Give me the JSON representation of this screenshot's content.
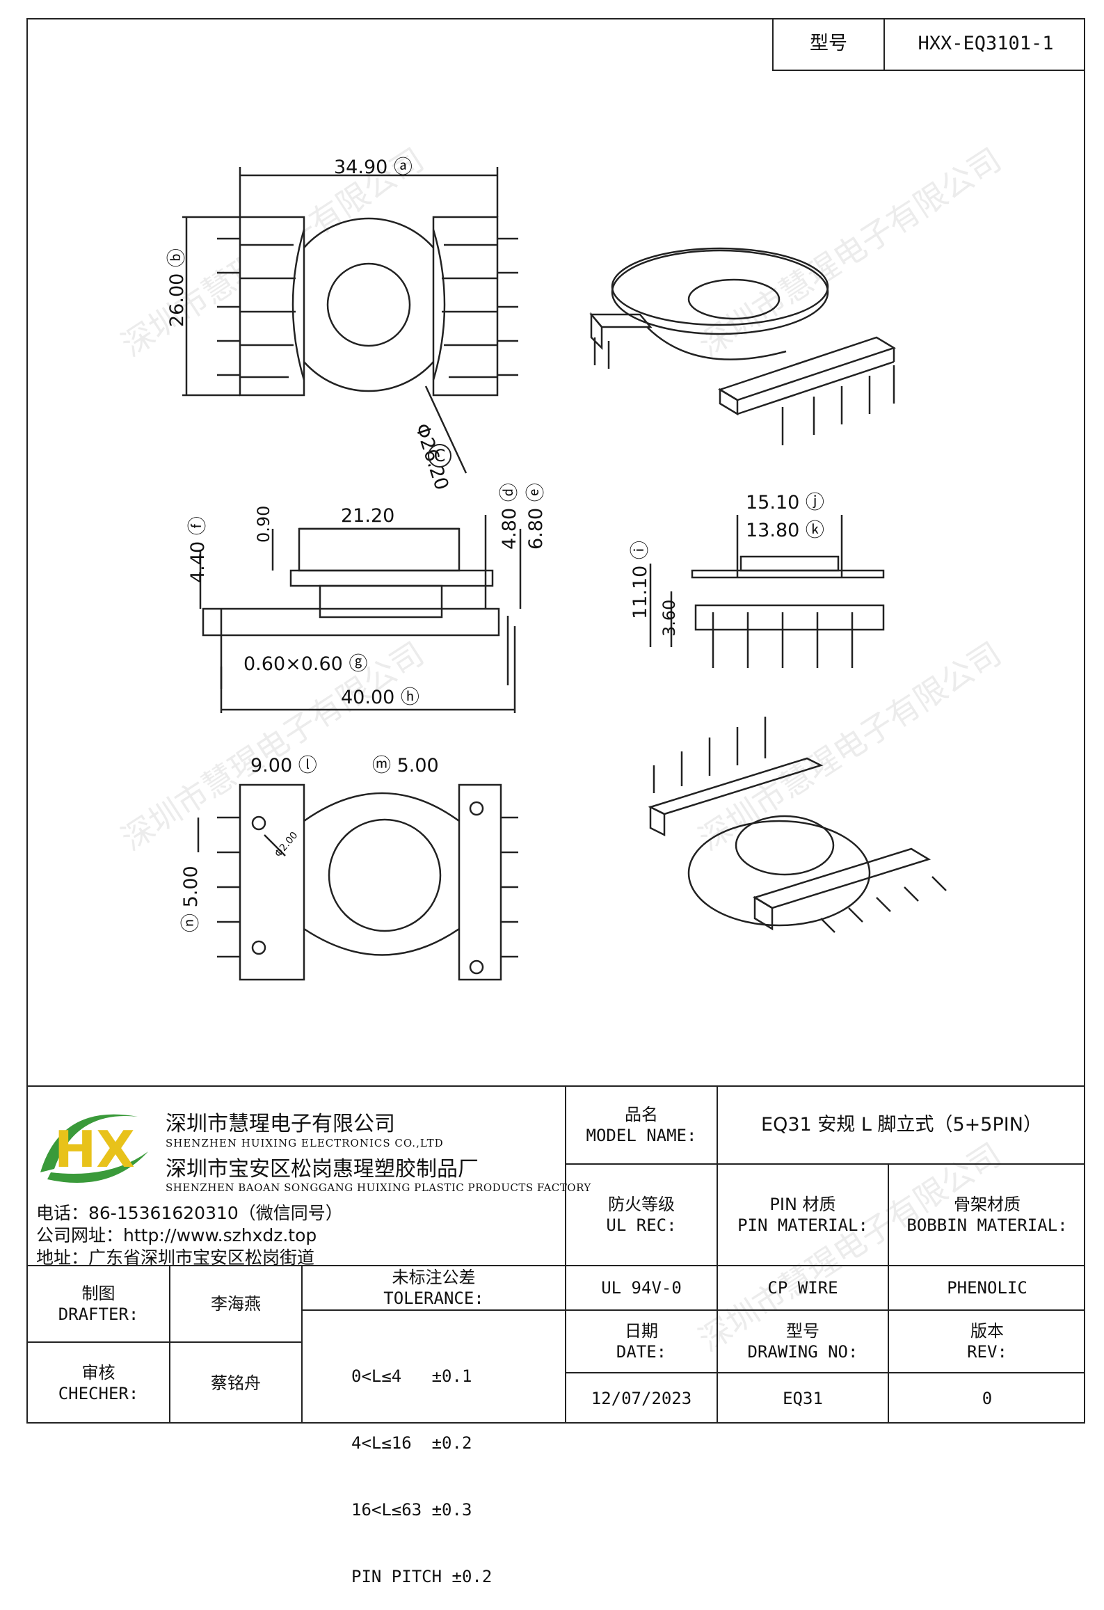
{
  "model_box": {
    "label": "型号",
    "value": "HXX-EQ3101-1"
  },
  "drawing": {
    "dims": {
      "a": "34.90",
      "a_tag": "A",
      "b": "26.00",
      "b_tag": "B",
      "c": "Φ26.20",
      "c_tag": "C",
      "d": "4.80",
      "d_tag": "D",
      "e": "6.80",
      "e_tag": "E",
      "f": "4.40",
      "f_tag": "F",
      "g": "0.60×0.60",
      "g_tag": "G",
      "h": "40.00",
      "h_tag": "H",
      "i": "11.10",
      "i_tag": "I",
      "j": "15.10",
      "j_tag": "J",
      "k": "13.80",
      "k_tag": "K",
      "l": "9.00",
      "l_tag": "L",
      "m": "5.00",
      "m_tag": "M",
      "n": "5.00",
      "n_tag": "N",
      "top_gap": "0.90",
      "core": "21.20",
      "pin_base": "3.60",
      "hole": "Φ2.00"
    },
    "watermark": "深圳市慧瑆电子有限公司"
  },
  "company": {
    "name_cn": "深圳市慧瑆电子有限公司",
    "name_en": "SHENZHEN HUIXING ELECTRONICS CO.,LTD",
    "factory_cn": "深圳市宝安区松岗惠瑆塑胶制品厂",
    "factory_en": "SHENZHEN BAOAN SONGGANG HUIXING PLASTIC PRODUCTS FACTORY",
    "phone": "电话：86-15361620310（微信同号）",
    "website": "公司网址：http://www.szhxdz.top",
    "address": "地址：广东省深圳市宝安区松岗街道",
    "logo_text": "HX",
    "colors": {
      "green": "#3a9a3a",
      "yellow": "#e8c21a"
    }
  },
  "title_block": {
    "model_name_label_cn": "品名",
    "model_name_label_en": "MODEL NAME:",
    "model_name_value": "EQ31 安规 L 脚立式（5+5PIN）",
    "ul_label_cn": "防火等级",
    "ul_label_en": "UL REC:",
    "pin_label_cn": "PIN 材质",
    "pin_label_en": "PIN MATERIAL:",
    "bobbin_label_cn": "骨架材质",
    "bobbin_label_en": "BOBBIN MATERIAL:",
    "ul_value": "UL 94V-0",
    "pin_value": "CP WIRE",
    "bobbin_value": "PHENOLIC",
    "drafter_label_cn": "制图",
    "drafter_label_en": "DRAFTER:",
    "drafter_value": "李海燕",
    "checker_label_cn": "审核",
    "checker_label_en": "CHECHER:",
    "checker_value": "蔡铭舟",
    "tolerance_label_cn": "未标注公差",
    "tolerance_label_en": "TOLERANCE:",
    "tolerances": [
      "0<L≤4   ±0.1",
      "4<L≤16  ±0.2",
      "16<L≤63 ±0.3",
      "PIN PITCH ±0.2"
    ],
    "date_label_cn": "日期",
    "date_label_en": "DATE:",
    "date_value": "12/07/2023",
    "drawing_no_label_cn": "型号",
    "drawing_no_label_en": "DRAWING NO:",
    "drawing_no_value": "EQ31",
    "rev_label_cn": "版本",
    "rev_label_en": "REV:",
    "rev_value": "0"
  }
}
